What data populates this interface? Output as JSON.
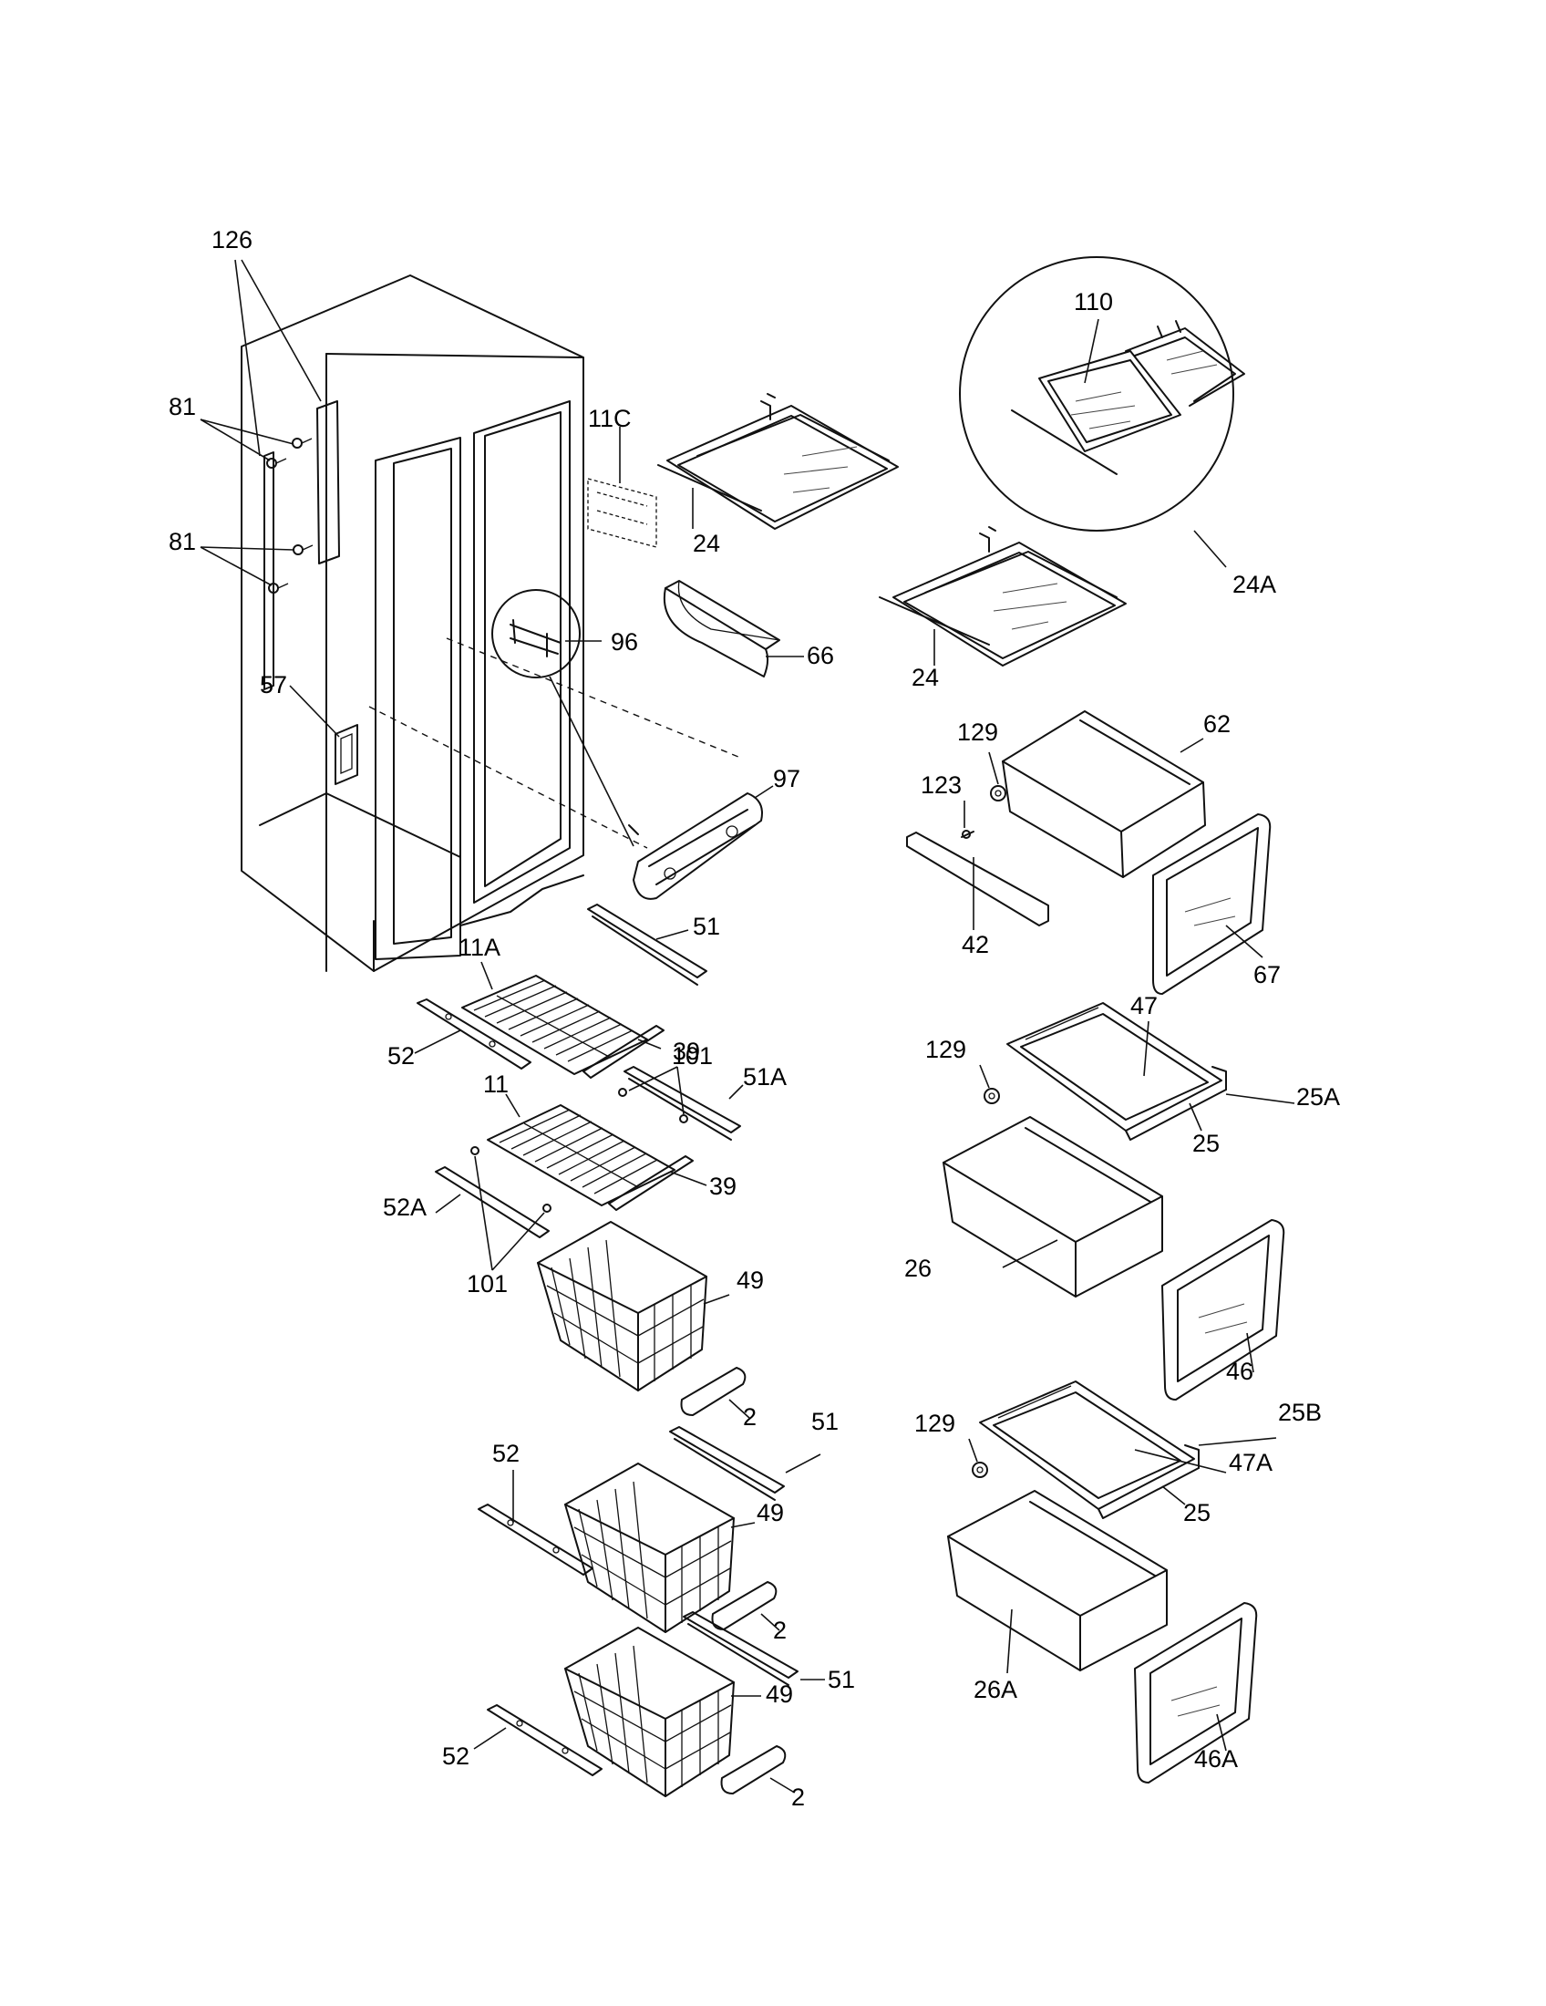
{
  "labels": {
    "l126": "126",
    "l81a": "81",
    "l81b": "81",
    "l11c": "11C",
    "l24a": "24",
    "l24b": "24",
    "l110": "110",
    "l24A": "24A",
    "l96": "96",
    "l66": "66",
    "l57": "57",
    "l97": "97",
    "l129a": "129",
    "l62": "62",
    "l123": "123",
    "l42": "42",
    "l67": "67",
    "l11A": "11A",
    "l51a": "51",
    "l39a": "39",
    "l52a": "52",
    "l101a": "101",
    "l51A": "51A",
    "l11": "11",
    "l39b": "39",
    "l52A": "52A",
    "l101b": "101",
    "l49a": "49",
    "l2a": "2",
    "l47": "47",
    "l129b": "129",
    "l25A": "25A",
    "l25a": "25",
    "l26": "26",
    "l46": "46",
    "l129c": "129",
    "l25B": "25B",
    "l47A": "47A",
    "l25b": "25",
    "l26A": "26A",
    "l46A": "46A",
    "l51b": "51",
    "l52b": "52",
    "l49b": "49",
    "l2b": "2",
    "l51c": "51",
    "l49c": "49",
    "l52c": "52",
    "l2c": "2"
  }
}
